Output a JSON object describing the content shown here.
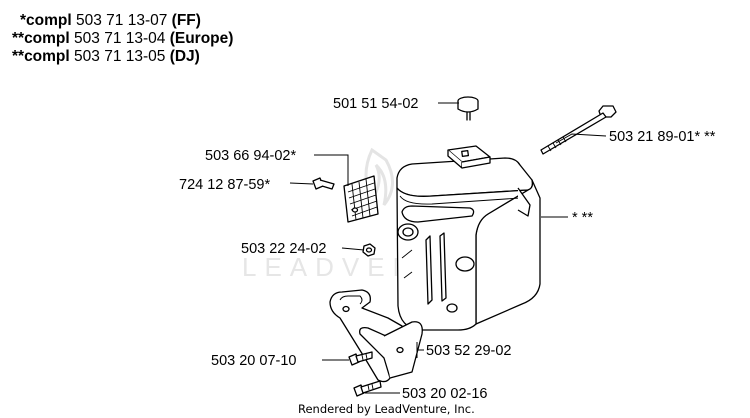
{
  "header": {
    "lines": [
      {
        "prefix": "*compl",
        "number": "503 71 13-07",
        "variant": "(FF)"
      },
      {
        "prefix": "**compl",
        "number": "503 71 13-04",
        "variant": "(Europe)"
      },
      {
        "prefix": "**compl",
        "number": "503 71 13-05",
        "variant": "(DJ)"
      }
    ]
  },
  "parts": {
    "cap": "501 51 54-02",
    "long_bolt": "503 21 89-01* **",
    "spark_screen": "503 66 94-02*",
    "screen_screw": "724 12 87-59*",
    "muffler_assembly": "* **",
    "nut": "503 22 24-02",
    "bracket": "503 52 29-02",
    "bracket_screw_upper": "503 20 07-10",
    "bracket_screw_lower": "503 20 02-16"
  },
  "watermark": "LEADVENTURE",
  "credit": "Rendered by LeadVenture, Inc."
}
